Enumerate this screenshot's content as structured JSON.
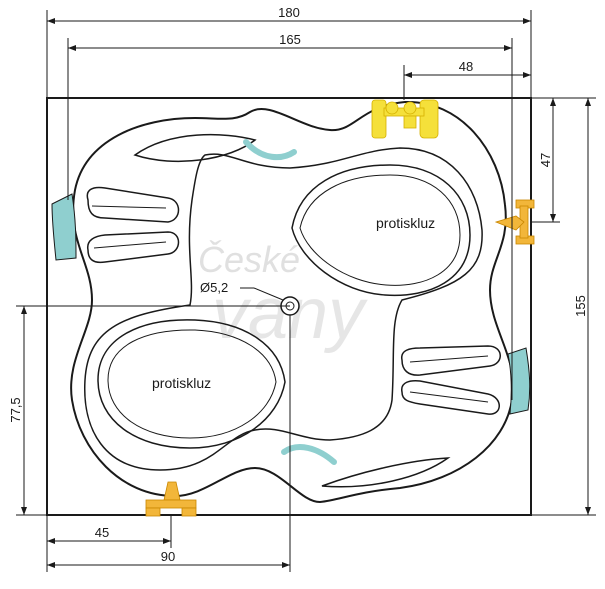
{
  "diagram": {
    "dimensions": {
      "overall_width": "180",
      "inner_width": "165",
      "faucet_offset": "48",
      "side_valve_offset": "47",
      "overall_height": "155",
      "drain_height": "77,5",
      "bottom_valve_offset": "45",
      "drain_offset": "90"
    },
    "labels": {
      "antislip_top": "protiskluz",
      "antislip_bottom": "protiskluz",
      "drain_diameter": "Ø5,2"
    },
    "watermark": {
      "line1": "České",
      "line2": "vany"
    },
    "colors": {
      "line": "#1a1a1a",
      "fixture": "#f2b63a",
      "faucet": "#f5e03a",
      "jet": "#8fcfcf",
      "watermark": "#dddddd"
    }
  }
}
